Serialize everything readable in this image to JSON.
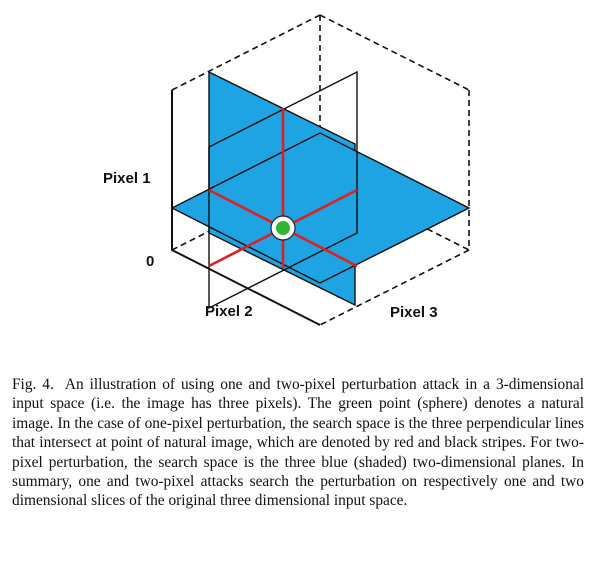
{
  "figure": {
    "labels": {
      "pixel1": "Pixel 1",
      "pixel2": "Pixel 2",
      "pixel3": "Pixel 3",
      "origin": "0"
    },
    "colors": {
      "plane": "#1ea3e3",
      "search_line": "#e02020",
      "natural_image": "#2db92d"
    }
  },
  "caption": {
    "text": "Fig. 4.  An illustration of using one and two-pixel perturbation attack in a 3-dimensional input space (i.e. the image has three pixels). The green point (sphere) denotes a natural image. In the case of one-pixel perturbation, the search space is the three perpendicular lines that intersect at point of natural image, which are denoted by red and black stripes. For two-pixel perturbation, the search space is the three blue (shaded) two-dimensional planes. In summary, one and two-pixel attacks search the perturbation on respectively one and two dimensional slices of the original three dimensional input space."
  }
}
